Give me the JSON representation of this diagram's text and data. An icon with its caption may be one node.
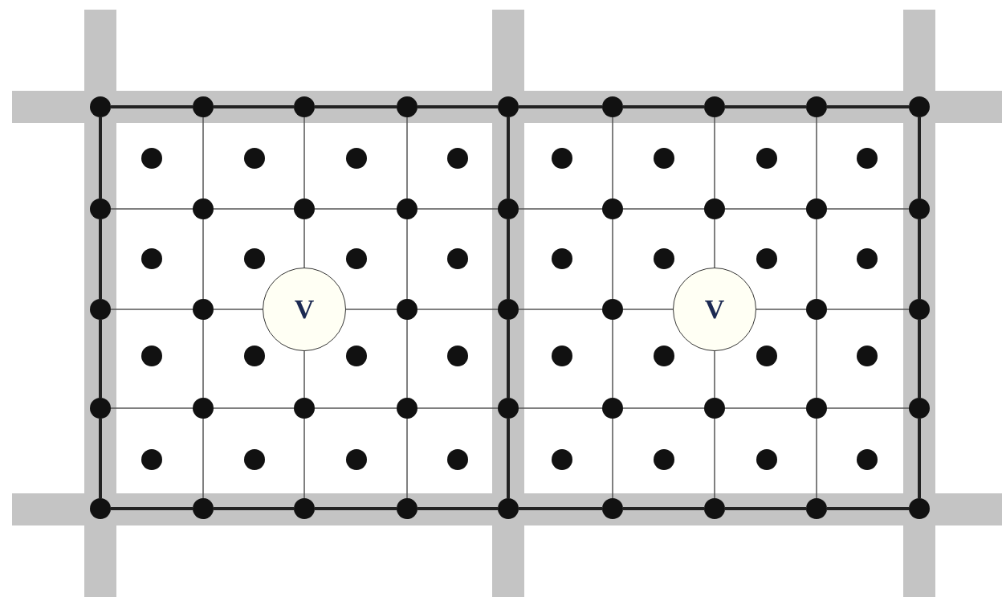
{
  "diagram": {
    "nodes": [
      {
        "text": [],
        "shape": "circle"
      },
      {
        "text": [],
        "shape": "circle"
      },
      {
        "text": [],
        "shape": "circle"
      },
      {
        "text": [],
        "shape": "circle"
      },
      {
        "text": [],
        "shape": "circle"
      },
      {
        "text": [],
        "shape": "circle"
      },
      {
        "text": [],
        "shape": "circle"
      },
      {
        "text": [],
        "shape": "circle"
      },
      {
        "text": [],
        "shape": "circle"
      },
      {
        "text": [],
        "shape": "circle"
      },
      {
        "text": [],
        "shape": "circle"
      },
      {
        "text": [],
        "shape": "circle"
      },
      {
        "text": [],
        "shape": "circle"
      },
      {
        "text": [],
        "shape": "circle"
      },
      {
        "text": [],
        "shape": "circle"
      },
      {
        "text": [],
        "shape": "circle"
      },
      {
        "text": [],
        "shape": "circle"
      },
      {
        "text": [],
        "shape": "circle"
      },
      {
        "text": [],
        "shape": "circle"
      },
      {
        "text": [],
        "shape": "circle"
      },
      {
        "text": [],
        "shape": "circle"
      },
      {
        "text": [],
        "shape": "circle"
      },
      {
        "text": [],
        "shape": "circle"
      },
      {
        "text": [],
        "shape": "circle"
      },
      {
        "text": [],
        "shape": "circle"
      },
      {
        "text": [],
        "shape": "circle"
      },
      {
        "text": [],
        "shape": "circle"
      },
      {
        "text": [],
        "shape": "circle"
      },
      {
        "text": [],
        "shape": "circle"
      },
      {
        "text": [],
        "shape": "circle"
      },
      {
        "text": [],
        "shape": "circle"
      },
      {
        "text": [],
        "shape": "circle"
      },
      {
        "text": [],
        "shape": "circle"
      },
      {
        "text": [],
        "shape": "circle"
      },
      {
        "text": [],
        "shape": "circle"
      },
      {
        "text": [],
        "shape": "circle"
      },
      {
        "text": [
          "V"
        ]
      },
      {
        "text": [],
        "shape": "circle"
      },
      {
        "text": [],
        "shape": "circle"
      },
      {
        "text": [],
        "shape": "circle"
      },
      {
        "text": [
          "V"
        ]
      },
      {
        "text": [],
        "shape": "circle"
      },
      {
        "text": [],
        "shape": "circle"
      },
      {
        "text": [],
        "shape": "circle"
      },
      {
        "text": [],
        "shape": "circle"
      },
      {
        "text": [],
        "shape": "circle"
      },
      {
        "text": [],
        "shape": "circle"
      },
      {
        "text": [],
        "shape": "circle"
      },
      {
        "text": [],
        "shape": "circle"
      },
      {
        "text": [],
        "shape": "circle"
      },
      {
        "text": [],
        "shape": "circle"
      },
      {
        "text": [],
        "shape": "circle"
      },
      {
        "text": [],
        "shape": "circle"
      },
      {
        "text": [],
        "shape": "circle"
      },
      {
        "text": [],
        "shape": "circle"
      },
      {
        "text": [],
        "shape": "circle"
      },
      {
        "text": [],
        "shape": "circle"
      },
      {
        "text": [],
        "shape": "circle"
      },
      {
        "text": [],
        "shape": "circle"
      },
      {
        "text": [],
        "shape": "circle"
      },
      {
        "text": [],
        "shape": "circle"
      },
      {
        "text": [],
        "shape": "circle"
      },
      {
        "text": [],
        "shape": "circle"
      },
      {
        "text": [],
        "shape": "circle"
      },
      {
        "text": [],
        "shape": "circle"
      },
      {
        "text": [],
        "shape": "circle"
      },
      {
        "text": [],
        "shape": "circle"
      },
      {
        "text": [],
        "shape": "circle"
      },
      {
        "text": [],
        "shape": "circle"
      },
      {
        "text": [],
        "shape": "circle"
      },
      {
        "text": [],
        "shape": "circle"
      },
      {
        "text": [],
        "shape": "circle"
      },
      {
        "text": [],
        "shape": "circle"
      },
      {
        "text": [],
        "shape": "circle"
      },
      {
        "text": [],
        "shape": "circle"
      },
      {
        "text": [],
        "shape": "circle"
      },
      {
        "text": [],
        "shape": "circle"
      }
    ],
    "edges": [
      {
        "from": 0,
        "to": 1,
        "arrow": "none",
        "style": "thick"
      },
      {
        "from": 1,
        "to": 2,
        "arrow": "none",
        "style": "thick"
      },
      {
        "from": 2,
        "to": 3,
        "arrow": "none",
        "style": "thick"
      },
      {
        "from": 3,
        "to": 4,
        "arrow": "none",
        "style": "thick"
      },
      {
        "from": 4,
        "to": 5,
        "arrow": "none",
        "style": "thick"
      },
      {
        "from": 5,
        "to": 6,
        "arrow": "none",
        "style": "thick"
      },
      {
        "from": 6,
        "to": 7,
        "arrow": "none",
        "style": "thick"
      },
      {
        "from": 7,
        "to": 8,
        "arrow": "none",
        "style": "thick"
      },
      {
        "from": 17,
        "to": 18,
        "arrow": "none"
      },
      {
        "from": 18,
        "to": 19,
        "arrow": "none"
      },
      {
        "from": 19,
        "to": 20,
        "arrow": "none"
      },
      {
        "from": 20,
        "to": 21,
        "arrow": "none"
      },
      {
        "from": 21,
        "to": 22,
        "arrow": "none"
      },
      {
        "from": 22,
        "to": 23,
        "arrow": "none"
      },
      {
        "from": 23,
        "to": 24,
        "arrow": "none"
      },
      {
        "from": 24,
        "to": 25,
        "arrow": "none"
      },
      {
        "from": 34,
        "to": 35,
        "arrow": "none"
      },
      {
        "from": 35,
        "to": 36,
        "arrow": "none"
      },
      {
        "from": 36,
        "to": 37,
        "arrow": "none"
      },
      {
        "from": 37,
        "to": 38,
        "arrow": "none"
      },
      {
        "from": 38,
        "to": 39,
        "arrow": "none"
      },
      {
        "from": 39,
        "to": 40,
        "arrow": "none"
      },
      {
        "from": 40,
        "to": 41,
        "arrow": "none"
      },
      {
        "from": 41,
        "to": 42,
        "arrow": "none"
      },
      {
        "from": 51,
        "to": 52,
        "arrow": "none"
      },
      {
        "from": 52,
        "to": 53,
        "arrow": "none"
      },
      {
        "from": 53,
        "to": 54,
        "arrow": "none"
      },
      {
        "from": 54,
        "to": 55,
        "arrow": "none"
      },
      {
        "from": 55,
        "to": 56,
        "arrow": "none"
      },
      {
        "from": 56,
        "to": 57,
        "arrow": "none"
      },
      {
        "from": 57,
        "to": 58,
        "arrow": "none"
      },
      {
        "from": 58,
        "to": 59,
        "arrow": "none"
      },
      {
        "from": 68,
        "to": 69,
        "arrow": "none",
        "style": "thick"
      },
      {
        "from": 69,
        "to": 70,
        "arrow": "none",
        "style": "thick"
      },
      {
        "from": 70,
        "to": 71,
        "arrow": "none",
        "style": "thick"
      },
      {
        "from": 71,
        "to": 72,
        "arrow": "none",
        "style": "thick"
      },
      {
        "from": 72,
        "to": 73,
        "arrow": "none",
        "style": "thick"
      },
      {
        "from": 73,
        "to": 74,
        "arrow": "none",
        "style": "thick"
      },
      {
        "from": 74,
        "to": 75,
        "arrow": "none",
        "style": "thick"
      },
      {
        "from": 75,
        "to": 76,
        "arrow": "none",
        "style": "thick"
      },
      {
        "from": 0,
        "to": 17,
        "arrow": "none",
        "style": "thick"
      },
      {
        "from": 1,
        "to": 18,
        "arrow": "none"
      },
      {
        "from": 2,
        "to": 19,
        "arrow": "none"
      },
      {
        "from": 3,
        "to": 20,
        "arrow": "none"
      },
      {
        "from": 4,
        "to": 21,
        "arrow": "none",
        "style": "thick"
      },
      {
        "from": 5,
        "to": 22,
        "arrow": "none"
      },
      {
        "from": 6,
        "to": 23,
        "arrow": "none"
      },
      {
        "from": 7,
        "to": 24,
        "arrow": "none"
      },
      {
        "from": 8,
        "to": 25,
        "arrow": "none",
        "style": "thick"
      },
      {
        "from": 17,
        "to": 34,
        "arrow": "none",
        "style": "thick"
      },
      {
        "from": 18,
        "to": 35,
        "arrow": "none"
      },
      {
        "from": 19,
        "to": 36,
        "arrow": "none"
      },
      {
        "from": 20,
        "to": 37,
        "arrow": "none"
      },
      {
        "from": 21,
        "to": 38,
        "arrow": "none",
        "style": "thick"
      },
      {
        "from": 22,
        "to": 39,
        "arrow": "none"
      },
      {
        "from": 23,
        "to": 40,
        "arrow": "none"
      },
      {
        "from": 24,
        "to": 41,
        "arrow": "none"
      },
      {
        "from": 25,
        "to": 42,
        "arrow": "none",
        "style": "thick"
      },
      {
        "from": 34,
        "to": 51,
        "arrow": "none",
        "style": "thick"
      },
      {
        "from": 35,
        "to": 52,
        "arrow": "none"
      },
      {
        "from": 36,
        "to": 53,
        "arrow": "none"
      },
      {
        "from": 37,
        "to": 54,
        "arrow": "none"
      },
      {
        "from": 38,
        "to": 55,
        "arrow": "none",
        "style": "thick"
      },
      {
        "from": 39,
        "to": 56,
        "arrow": "none"
      },
      {
        "from": 40,
        "to": 57,
        "arrow": "none"
      },
      {
        "from": 41,
        "to": 58,
        "arrow": "none"
      },
      {
        "from": 42,
        "to": 59,
        "arrow": "none",
        "style": "thick"
      },
      {
        "from": 51,
        "to": 68,
        "arrow": "none",
        "style": "thick"
      },
      {
        "from": 52,
        "to": 69,
        "arrow": "none"
      },
      {
        "from": 53,
        "to": 70,
        "arrow": "none"
      },
      {
        "from": 54,
        "to": 71,
        "arrow": "none"
      },
      {
        "from": 55,
        "to": 72,
        "arrow": "none",
        "style": "thick"
      },
      {
        "from": 56,
        "to": 73,
        "arrow": "none"
      },
      {
        "from": 57,
        "to": 74,
        "arrow": "none"
      },
      {
        "from": 58,
        "to": 75,
        "arrow": "none"
      },
      {
        "from": 59,
        "to": 76,
        "arrow": "none",
        "style": "thick"
      }
    ]
  }
}
